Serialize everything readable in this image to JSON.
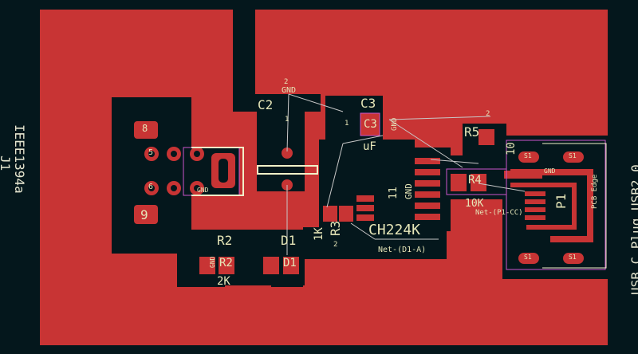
{
  "board": {
    "copper_color": "#c83434",
    "void_color": "#04171c",
    "silk_color": "#f1f1c8",
    "ratsnest_color": "#c8c8c8",
    "pad_color": "#c83434",
    "keepout_color": "#cc55cc"
  },
  "labels": {
    "j1_name": "IEEE1394a",
    "j1_ref": "J1",
    "usb_name": "USB_C_Plug_USB2.0",
    "pcb_edge": "PCB Edge",
    "p1": "P1",
    "c2": "C2",
    "c3_top": "C3",
    "c3_pad": "C3",
    "r2_top": "R2",
    "r2_pad": "R2",
    "r2_val": "2K",
    "d1_top": "D1",
    "d1_pad": "D1",
    "r3": "R3",
    "r4": "R4",
    "r5": "R5",
    "chip": "CH224K",
    "gnd_top": "GND",
    "gnd_mid": "GND",
    "gnd_chip": "GND",
    "gnd_p1": "GND",
    "gnd_left": "GND",
    "gnd_r2": "GND",
    "net_d1_a": "Net-(D1-A)",
    "net_p1_cc": "Net-(P1-CC)",
    "pad11": "11",
    "num_2_top": "2",
    "num_1_top": "1",
    "num_2_right": "2",
    "num_1_right": "1",
    "num_2_r3": "2",
    "num_10": "10",
    "pin8": "8",
    "pin9": "9",
    "pin6": "6",
    "pin5": "5",
    "s1a": "S1",
    "s1b": "S1",
    "s1c": "S1",
    "s1d": "S1",
    "uF": "uF",
    "fragment_1k": "1K",
    "fragment_10k": "10K"
  }
}
